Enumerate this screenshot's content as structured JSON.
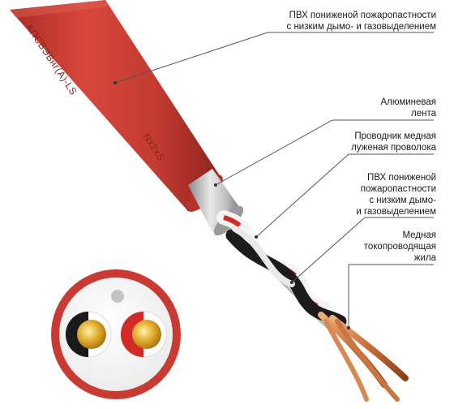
{
  "cable": {
    "jacket_print": "КПСВЭВнг(А)-LS",
    "jacket_print_2": "Nx2xS",
    "jacket_color": "#c93a32",
    "core_colors": [
      "#1a1a1a",
      "#d42a26",
      "#ffffff"
    ],
    "copper_color": "#c8743e"
  },
  "labels": [
    {
      "lines": [
        "ПВХ пониженой пожаропастности",
        "с низким дымо- и газовыделением"
      ]
    },
    {
      "lines": [
        "Алюминевая",
        "лента"
      ]
    },
    {
      "lines": [
        "Проводник медная",
        "луженая проволока"
      ]
    },
    {
      "lines": [
        "ПВХ пониженой",
        "пожаропастности",
        "с низким дымо-",
        "и газовыделением"
      ]
    },
    {
      "lines": [
        "Медная",
        "токопроводящая",
        "жила"
      ]
    }
  ]
}
